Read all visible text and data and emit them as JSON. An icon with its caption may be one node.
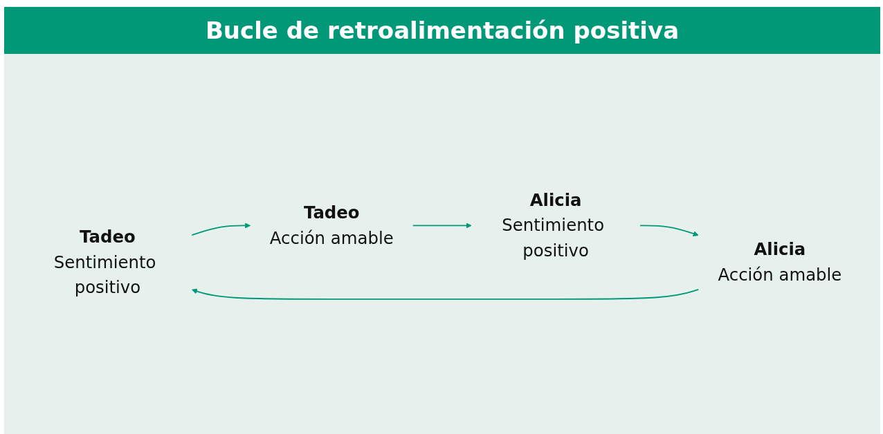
{
  "diagram": {
    "title": "Bucle de retroalimentación positiva",
    "nodes": [
      {
        "text": [
          "Tadeo",
          "Sentimiento positivo"
        ]
      },
      {
        "text": [
          "Alicia",
          "Acción amable"
        ]
      },
      {
        "text": [
          "Tadeo",
          "Acción amable"
        ]
      },
      {
        "text": [
          "Alicia",
          "Sentimiento positivo"
        ]
      }
    ],
    "edges": [
      {
        "from": 1,
        "to": 0,
        "arrow": "to"
      },
      {
        "from": 0,
        "to": 2,
        "arrow": "to"
      },
      {
        "from": 2,
        "to": 3,
        "arrow": "to"
      },
      {
        "from": 3,
        "to": 1,
        "arrow": "to"
      }
    ]
  }
}
